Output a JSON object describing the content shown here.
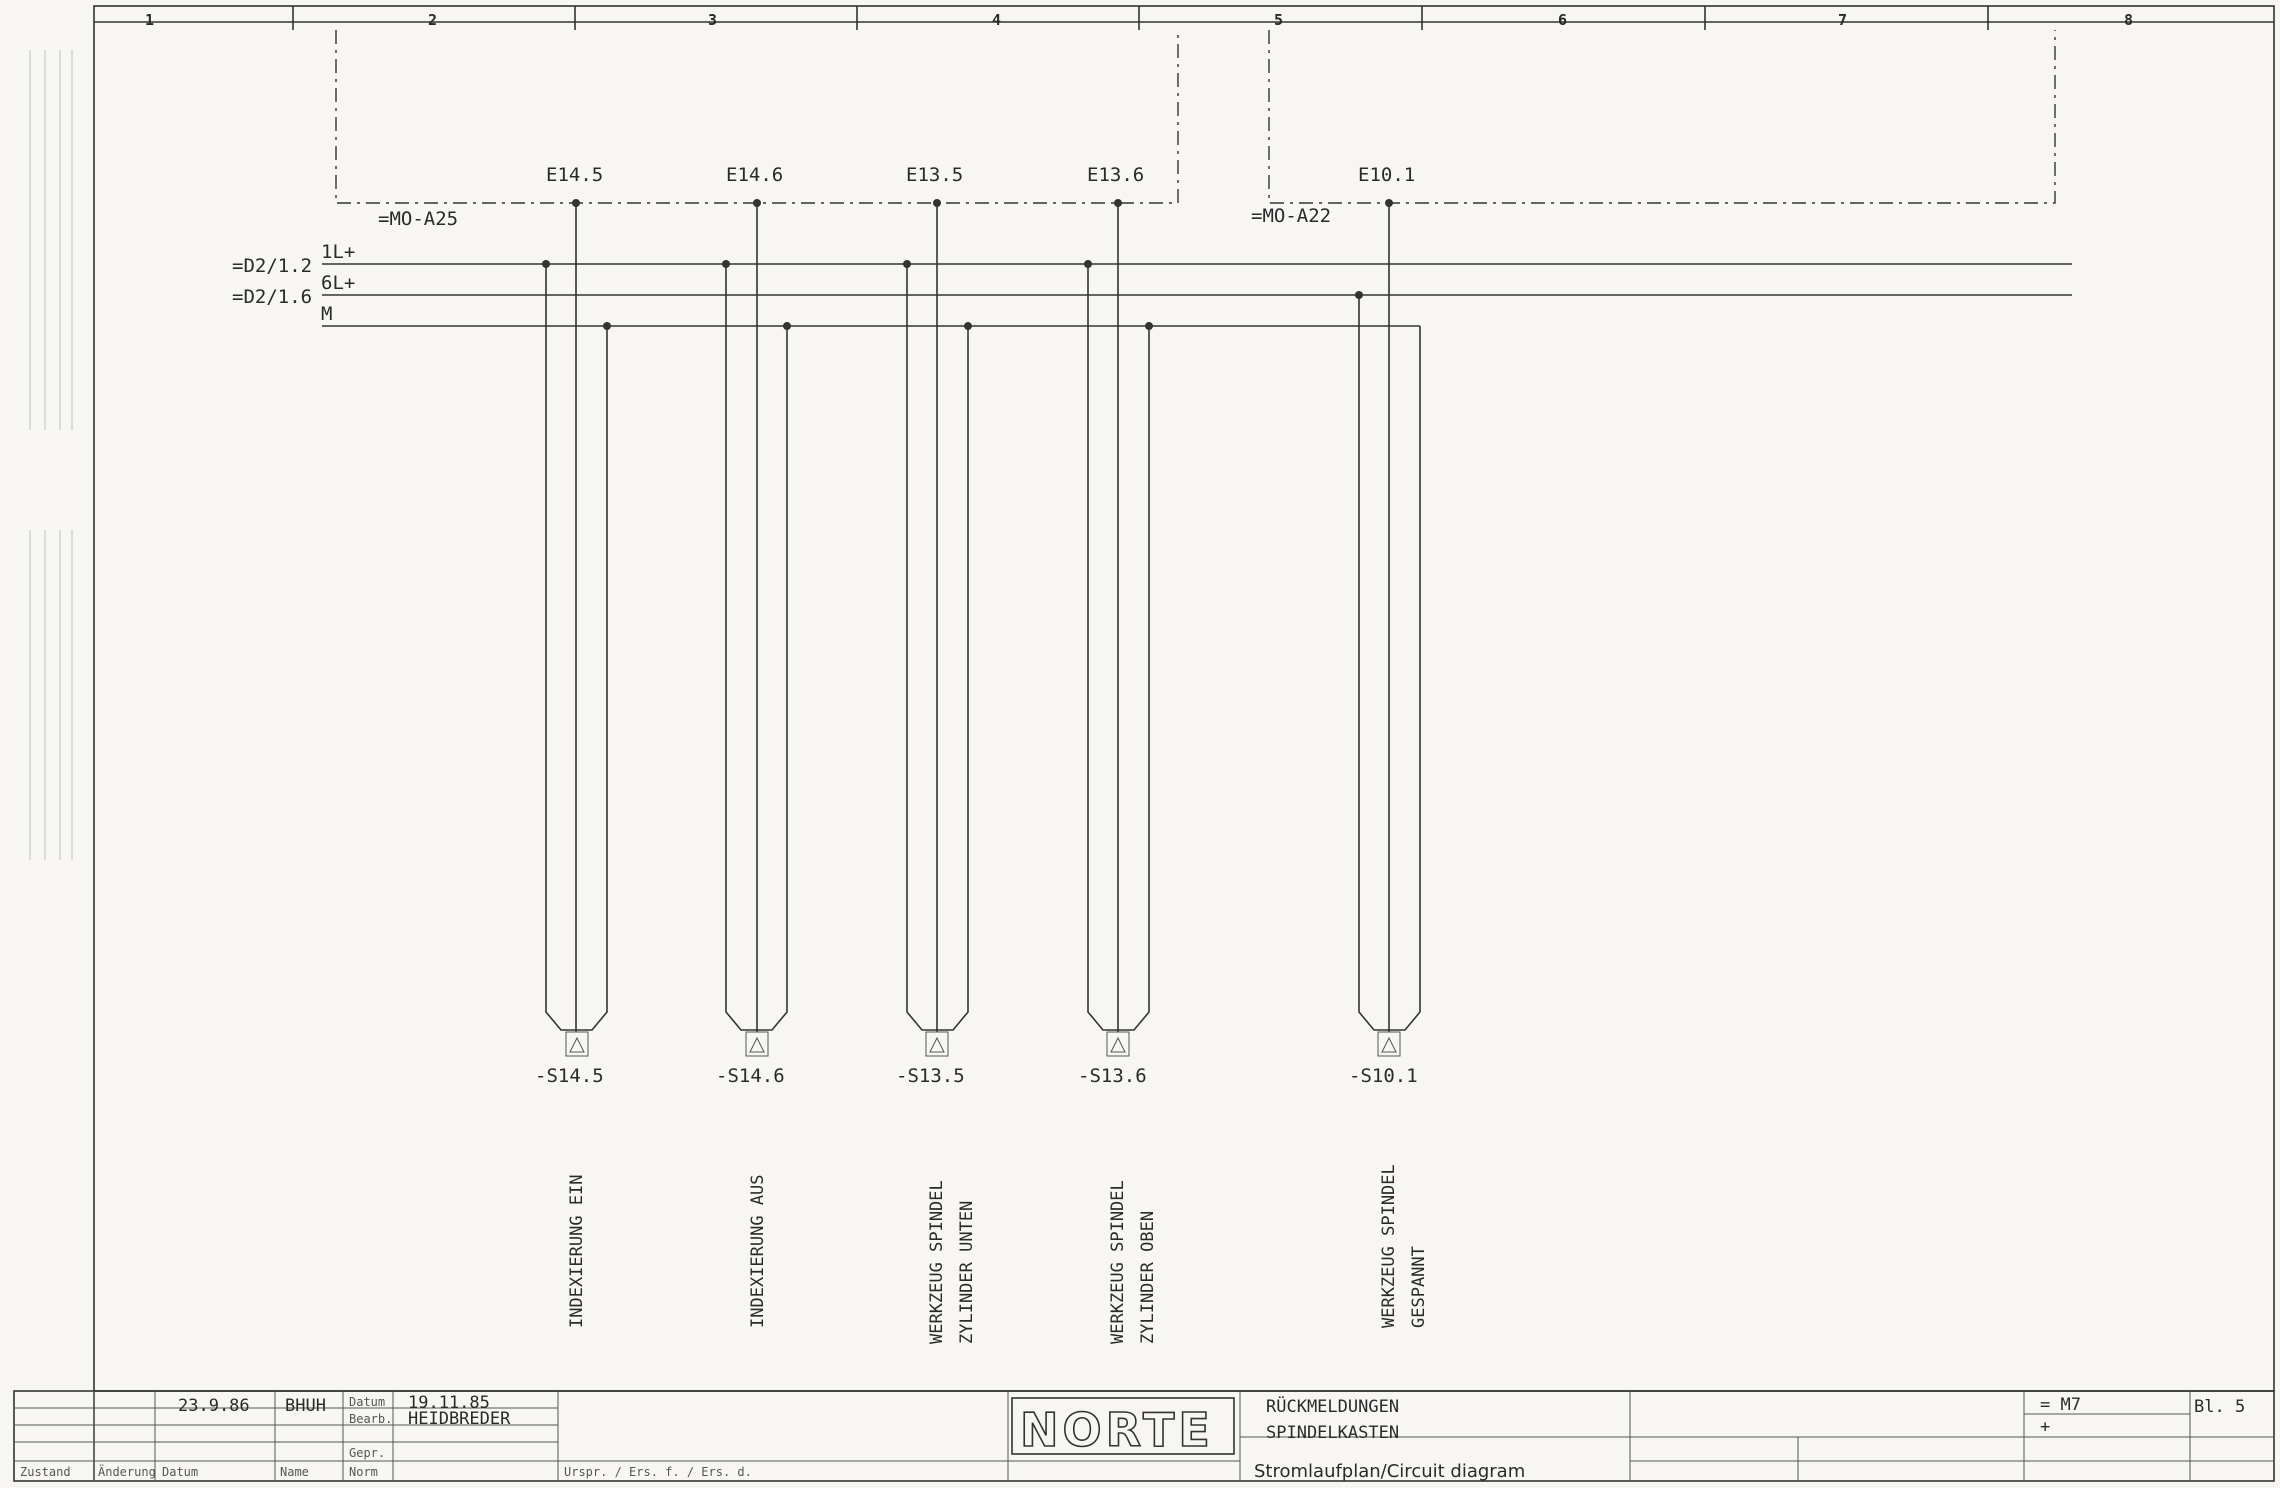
{
  "zones": [
    "1",
    "2",
    "3",
    "4",
    "5",
    "6",
    "7",
    "8"
  ],
  "boxes": [
    {
      "id": "box-a25",
      "label": "=MO-A25"
    },
    {
      "id": "box-a22",
      "label": "=MO-A22"
    }
  ],
  "rails": [
    {
      "ref": "=D2/1.2",
      "name": "1L+"
    },
    {
      "ref": "=D2/1.6",
      "name": "6L+"
    },
    {
      "ref": "",
      "name": "M"
    }
  ],
  "switches": [
    {
      "input": "E14.5",
      "device": "-S14.5",
      "desc_line1": "INDEXIERUNG EIN",
      "desc_line2": ""
    },
    {
      "input": "E14.6",
      "device": "-S14.6",
      "desc_line1": "INDEXIERUNG AUS",
      "desc_line2": ""
    },
    {
      "input": "E13.5",
      "device": "-S13.5",
      "desc_line1": "WERKZEUG SPINDEL",
      "desc_line2": "ZYLINDER UNTEN"
    },
    {
      "input": "E13.6",
      "device": "-S13.6",
      "desc_line1": "WERKZEUG SPINDEL",
      "desc_line2": "ZYLINDER OBEN"
    },
    {
      "input": "E10.1",
      "device": "-S10.1",
      "desc_line1": "WERKZEUG SPINDEL",
      "desc_line2": "GESPANNT"
    }
  ],
  "title_block": {
    "rev_date": "23.9.86",
    "rev_name": "BHUH",
    "datum_label": "Datum",
    "datum_value": "19.11.85",
    "bearb_label": "Bearb.",
    "bearb_value": "HEIDBREDER",
    "gepr_label": "Gepr.",
    "norm_label": "Norm",
    "zustand_label": "Zustand",
    "aenderung_label": "Änderung",
    "datum_col_label": "Datum",
    "name_col_label": "Name",
    "ursprung_label": "Urspr. / Ers. f. / Ers. d.",
    "logo": "NORTE",
    "title_line1": "RÜCKMELDUNGEN",
    "title_line2": "SPINDELKASTEN",
    "caption": "Stromlaufplan/Circuit diagram",
    "plant": "= M7",
    "location": "+",
    "sheet": "Bl. 5"
  }
}
